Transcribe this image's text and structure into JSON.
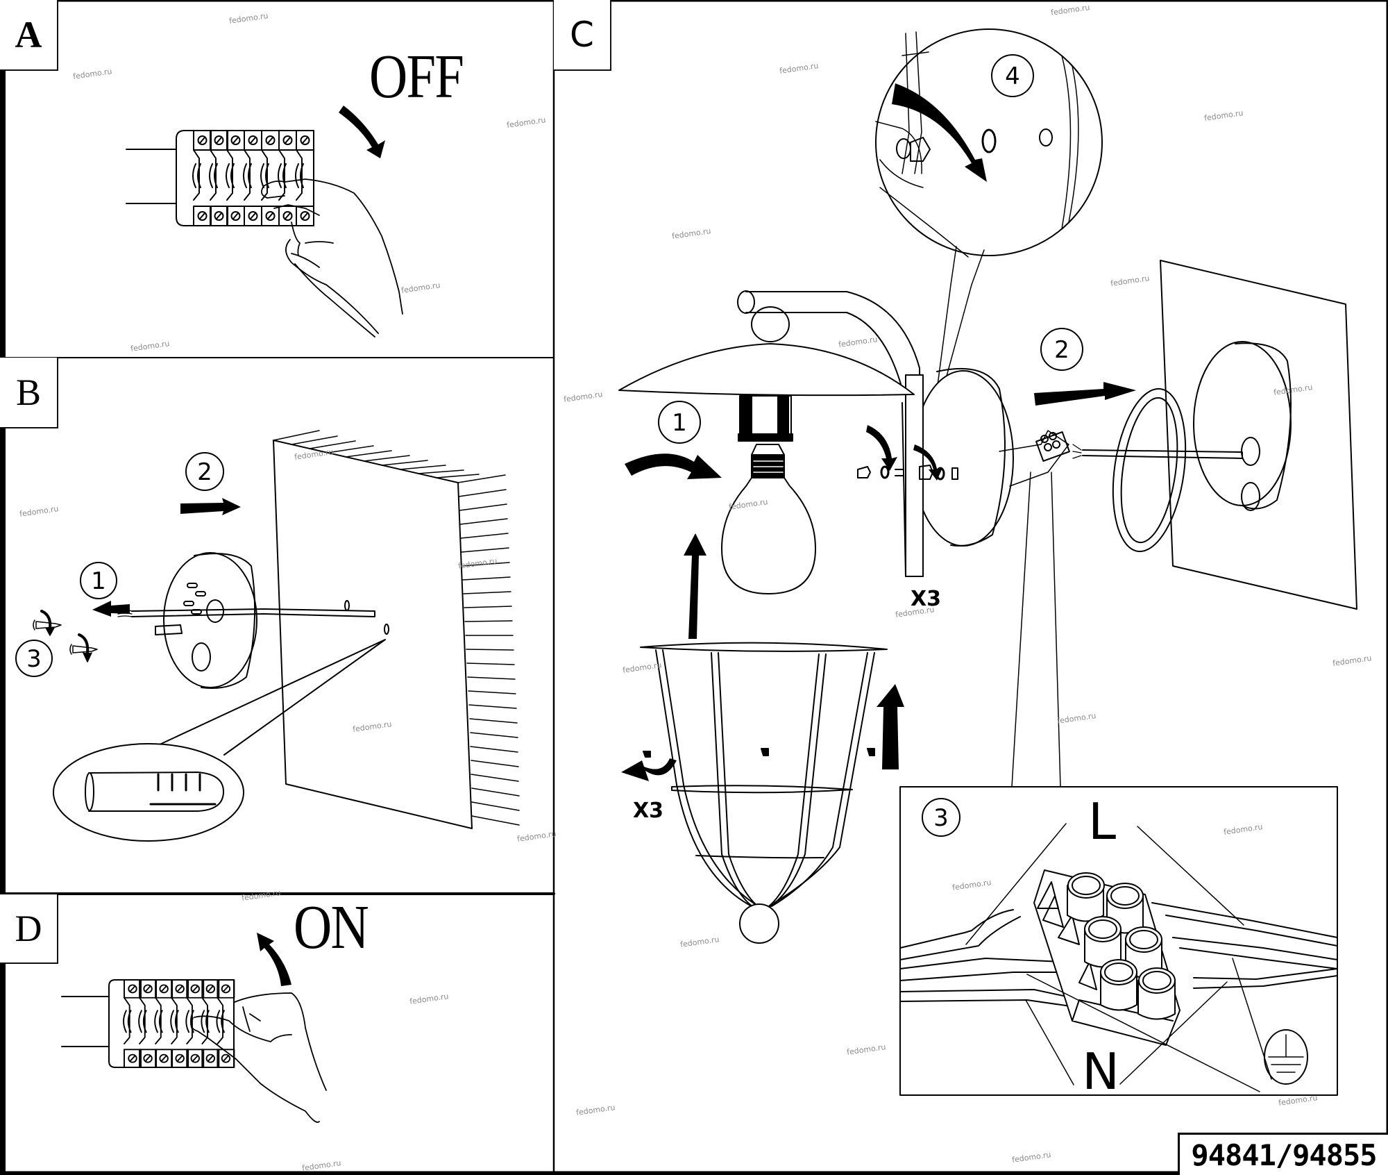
{
  "document": {
    "type": "wall lantern installation instructions",
    "model_number": "94841/94855",
    "watermark": "fedomo.ru"
  },
  "panels": {
    "A": {
      "label": "A",
      "switch_state": "OFF",
      "description": "Switch off circuit breaker"
    },
    "B": {
      "label": "B",
      "description": "Mount base plate to wall",
      "steps": [
        {
          "number": "1",
          "action": "pull cable through"
        },
        {
          "number": "2",
          "action": "push plate to wall"
        },
        {
          "number": "3",
          "action": "tighten screws"
        }
      ],
      "inset": "wall dowel"
    },
    "C": {
      "label": "C",
      "description": "Assemble lamp and connect wiring",
      "steps": [
        {
          "number": "1",
          "action": "screw in bulb"
        },
        {
          "number": "2",
          "action": "attach to wall plate"
        },
        {
          "number": "3",
          "action": "connect terminal block"
        },
        {
          "number": "4",
          "action": "fasten nut with washer"
        }
      ],
      "quantity_labels": [
        "X3",
        "X3"
      ],
      "wiring": {
        "live": "L",
        "neutral": "N",
        "earth_symbol": "ground-icon"
      }
    },
    "D": {
      "label": "D",
      "switch_state": "ON",
      "description": "Switch on circuit breaker"
    }
  }
}
